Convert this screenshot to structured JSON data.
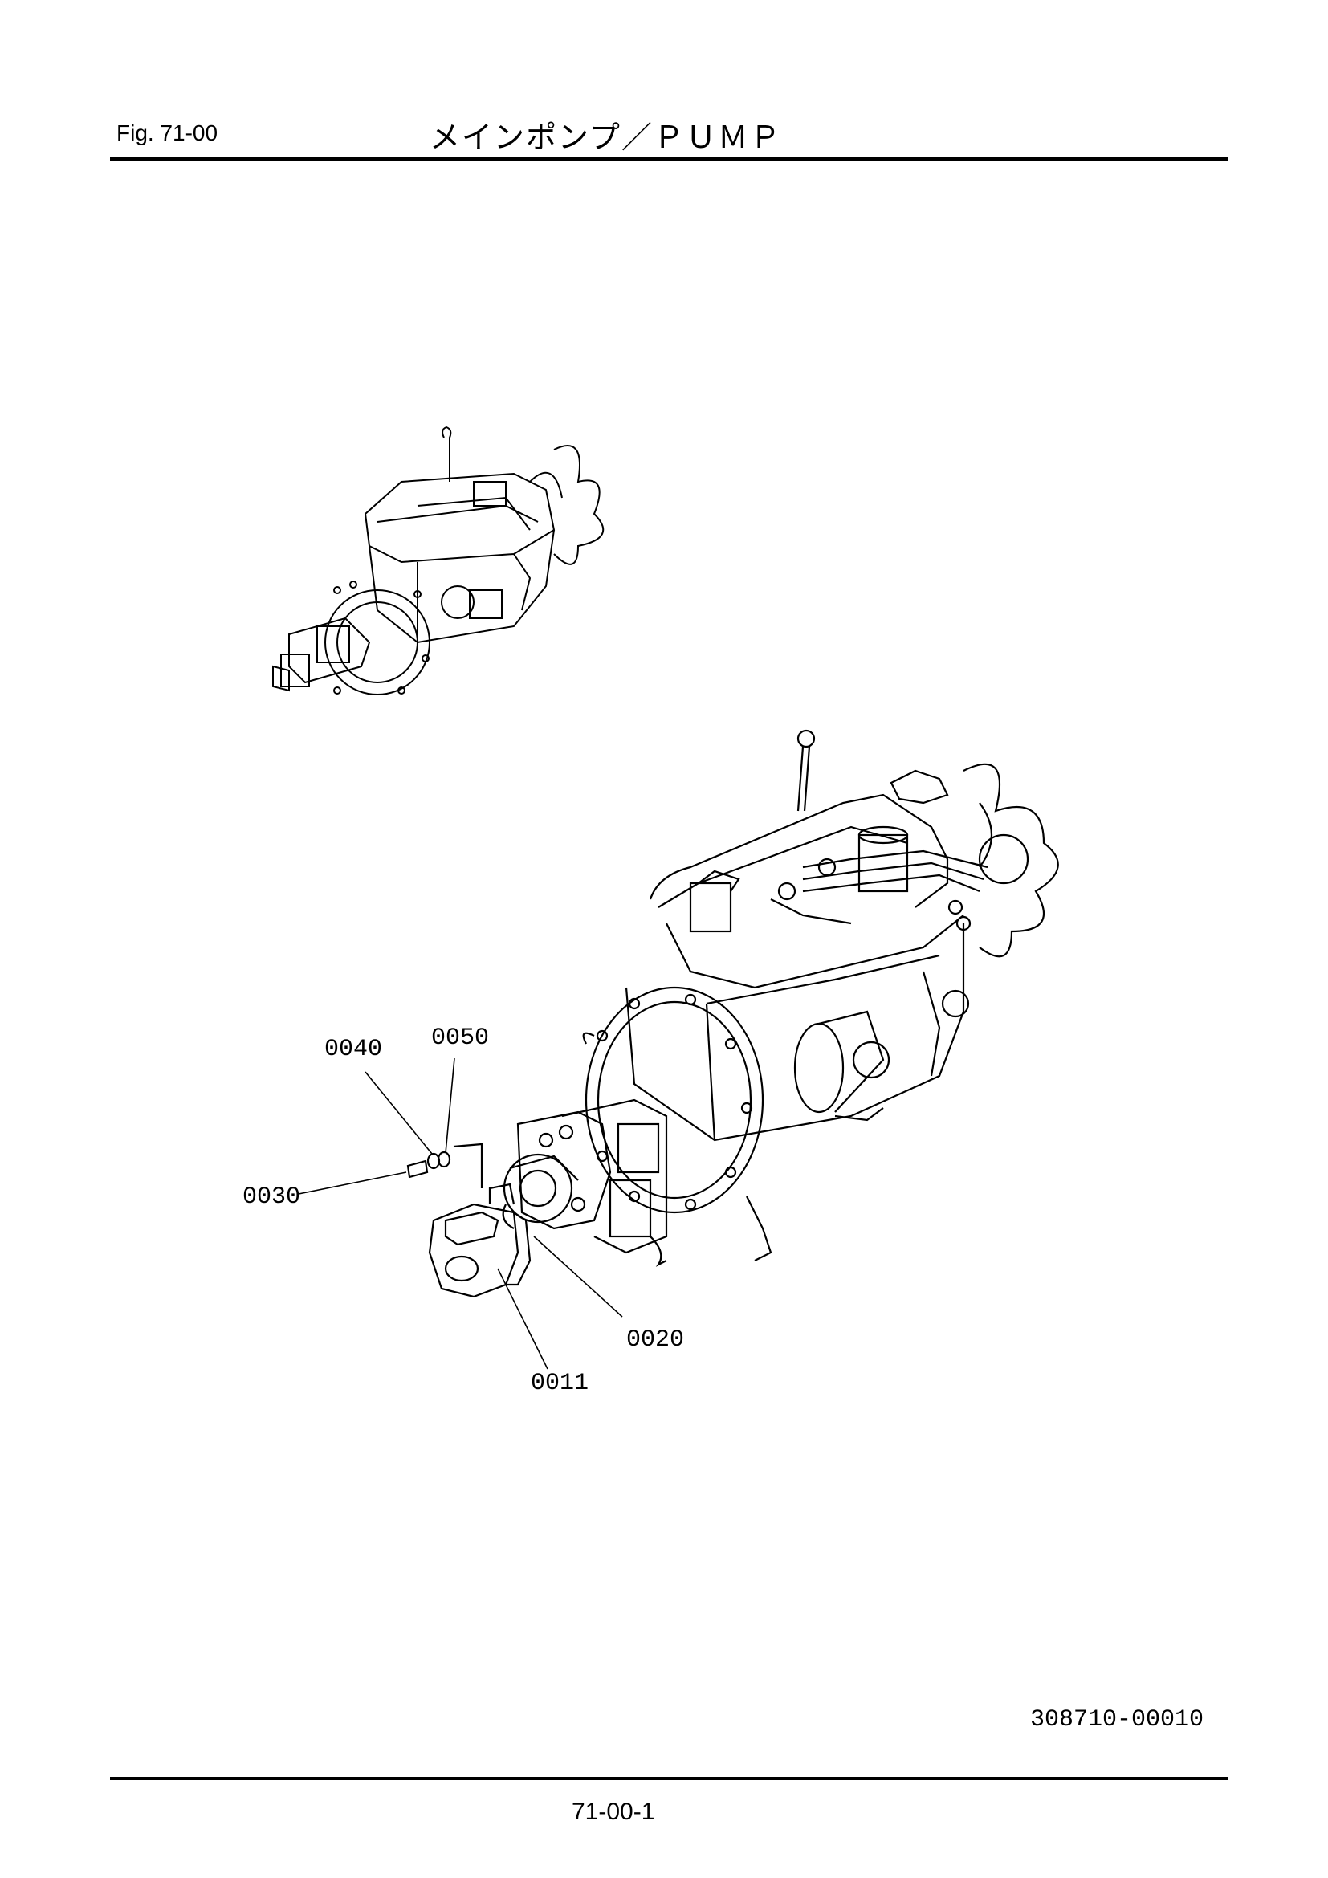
{
  "header": {
    "figure_label": "Fig.  71-00",
    "title": "メインポンプ／ＰＵＭＰ"
  },
  "callouts": [
    {
      "id": "c0040",
      "label": "0040"
    },
    {
      "id": "c0050",
      "label": "0050"
    },
    {
      "id": "c0030",
      "label": "0030"
    },
    {
      "id": "c0020",
      "label": "0020"
    },
    {
      "id": "c0011",
      "label": "0011"
    }
  ],
  "footer": {
    "document_number": "308710-00010",
    "page_number": "71-00-1"
  }
}
